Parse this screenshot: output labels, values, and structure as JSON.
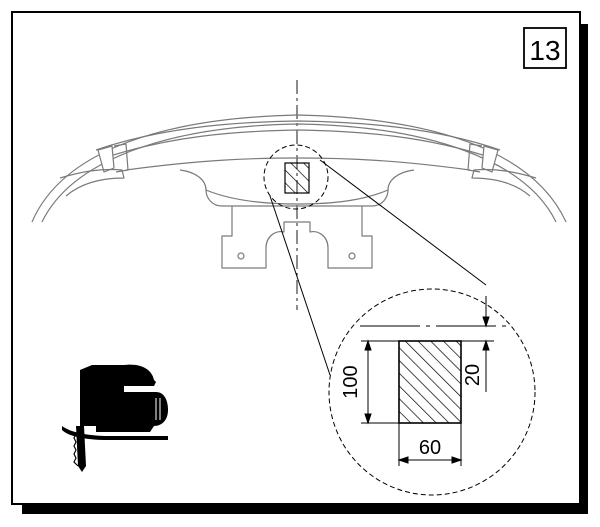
{
  "step": {
    "number": "13"
  },
  "dimensions": {
    "width": "60",
    "height": "100",
    "offset": "20"
  },
  "colors": {
    "line": "#000000",
    "light_line": "#7a7a7a",
    "shadow": "#000000",
    "background": "#ffffff"
  },
  "icons": {
    "tool": "jigsaw-icon"
  }
}
